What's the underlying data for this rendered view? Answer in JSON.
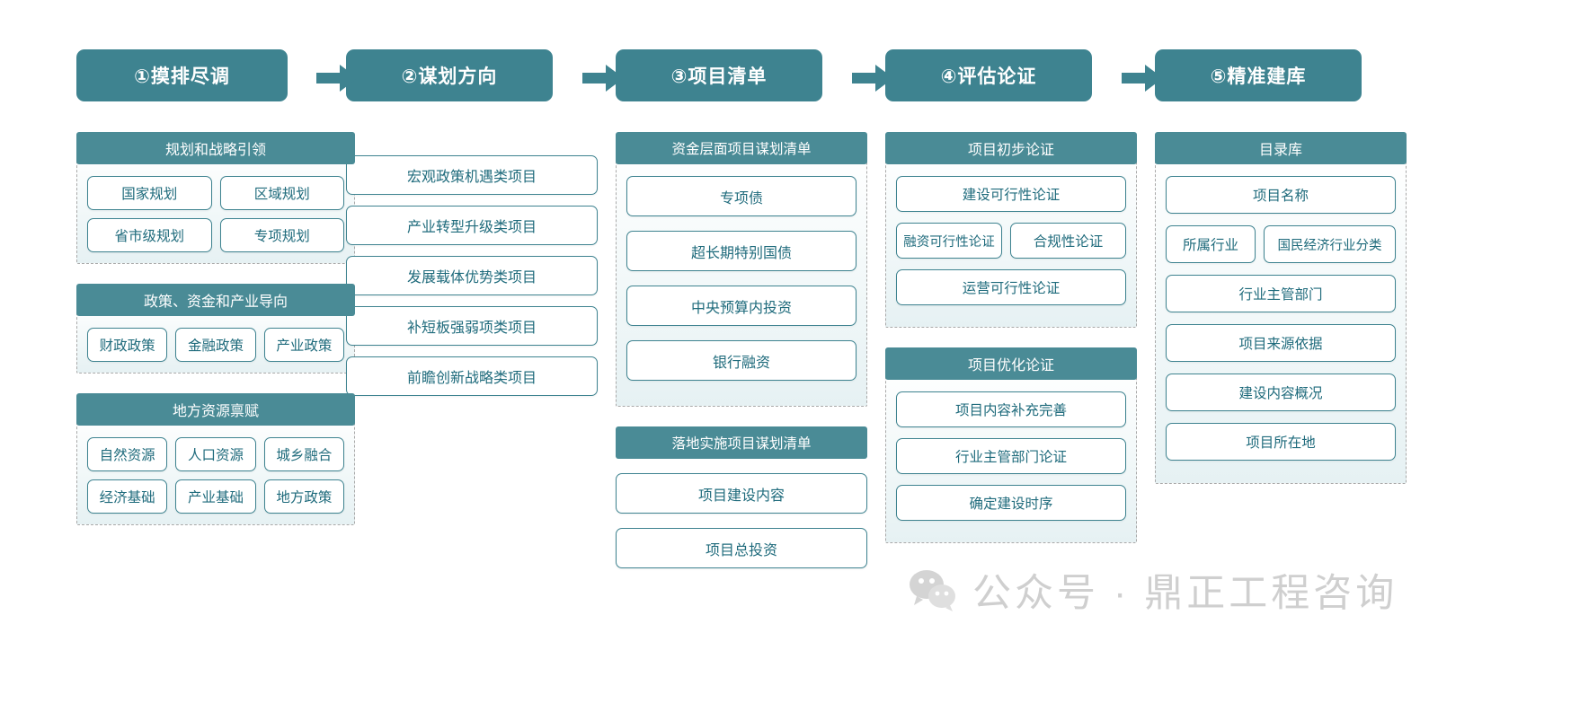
{
  "theme": {
    "accent": "#3e8390",
    "header_bg": "#4a8b96",
    "chip_text": "#1f6b7c",
    "chip_border": "#3e8390",
    "dashed_border": "#a9a9a9",
    "page_bg": "#ffffff"
  },
  "stages": [
    {
      "id": "stage-1",
      "title": "①摸排尽调",
      "sections": [
        {
          "id": "section-planning-strategy",
          "title": "规划和战略引领",
          "rows": [
            [
              "国家规划",
              "区域规划"
            ],
            [
              "省市级规划",
              "专项规划"
            ]
          ]
        },
        {
          "id": "section-policy-funding-industry",
          "title": "政策、资金和产业导向",
          "rows": [
            [
              "财政政策",
              "金融政策",
              "产业政策"
            ]
          ]
        },
        {
          "id": "section-local-resources",
          "title": "地方资源禀赋",
          "rows": [
            [
              "自然资源",
              "人口资源",
              "城乡融合"
            ],
            [
              "经济基础",
              "产业基础",
              "地方政策"
            ]
          ]
        }
      ]
    },
    {
      "id": "stage-2",
      "title": "②谋划方向",
      "sections": [
        {
          "id": "section-direction-list",
          "title": "",
          "rows": [
            [
              "宏观政策机遇类项目"
            ],
            [
              "产业转型升级类项目"
            ],
            [
              "发展载体优势类项目"
            ],
            [
              "补短板强弱项类项目"
            ],
            [
              "前瞻创新战略类项目"
            ]
          ]
        }
      ]
    },
    {
      "id": "stage-3",
      "title": "③项目清单",
      "sections": [
        {
          "id": "section-funding-level-list",
          "title": "资金层面项目谋划清单",
          "rows": [
            [
              "专项债"
            ],
            [
              "超长期特别国债"
            ],
            [
              "中央预算内投资"
            ],
            [
              "银行融资"
            ]
          ]
        },
        {
          "id": "section-implementation-list",
          "title": "落地实施项目谋划清单",
          "rows": [
            [
              "项目建设内容"
            ],
            [
              "项目总投资"
            ]
          ]
        }
      ]
    },
    {
      "id": "stage-4",
      "title": "④评估论证",
      "sections": [
        {
          "id": "section-preliminary-review",
          "title": "项目初步论证",
          "rows": [
            [
              "建设可行性论证"
            ],
            [
              "融资可行性论证",
              "合规性论证"
            ],
            [
              "运营可行性论证"
            ]
          ]
        },
        {
          "id": "section-optimization-review",
          "title": "项目优化论证",
          "rows": [
            [
              "项目内容补充完善"
            ],
            [
              "行业主管部门论证"
            ],
            [
              "确定建设时序"
            ]
          ]
        }
      ]
    },
    {
      "id": "stage-5",
      "title": "⑤精准建库",
      "sections": [
        {
          "id": "section-catalog-library",
          "title": "目录库",
          "rows": [
            [
              "项目名称"
            ],
            [
              "所属行业",
              "国民经济行业分类"
            ],
            [
              "行业主管部门"
            ],
            [
              "项目来源依据"
            ],
            [
              "建设内容概况"
            ],
            [
              "项目所在地"
            ]
          ]
        }
      ]
    }
  ],
  "arrows": [
    {
      "id": "arrow-1-2",
      "name": "flow-arrow"
    },
    {
      "id": "arrow-2-3",
      "name": "flow-arrow"
    },
    {
      "id": "arrow-3-4",
      "name": "flow-arrow"
    },
    {
      "id": "arrow-4-5",
      "name": "flow-arrow"
    }
  ],
  "watermark": {
    "icon": "wechat-icon",
    "text": "公众号 · 鼎正工程咨询"
  }
}
